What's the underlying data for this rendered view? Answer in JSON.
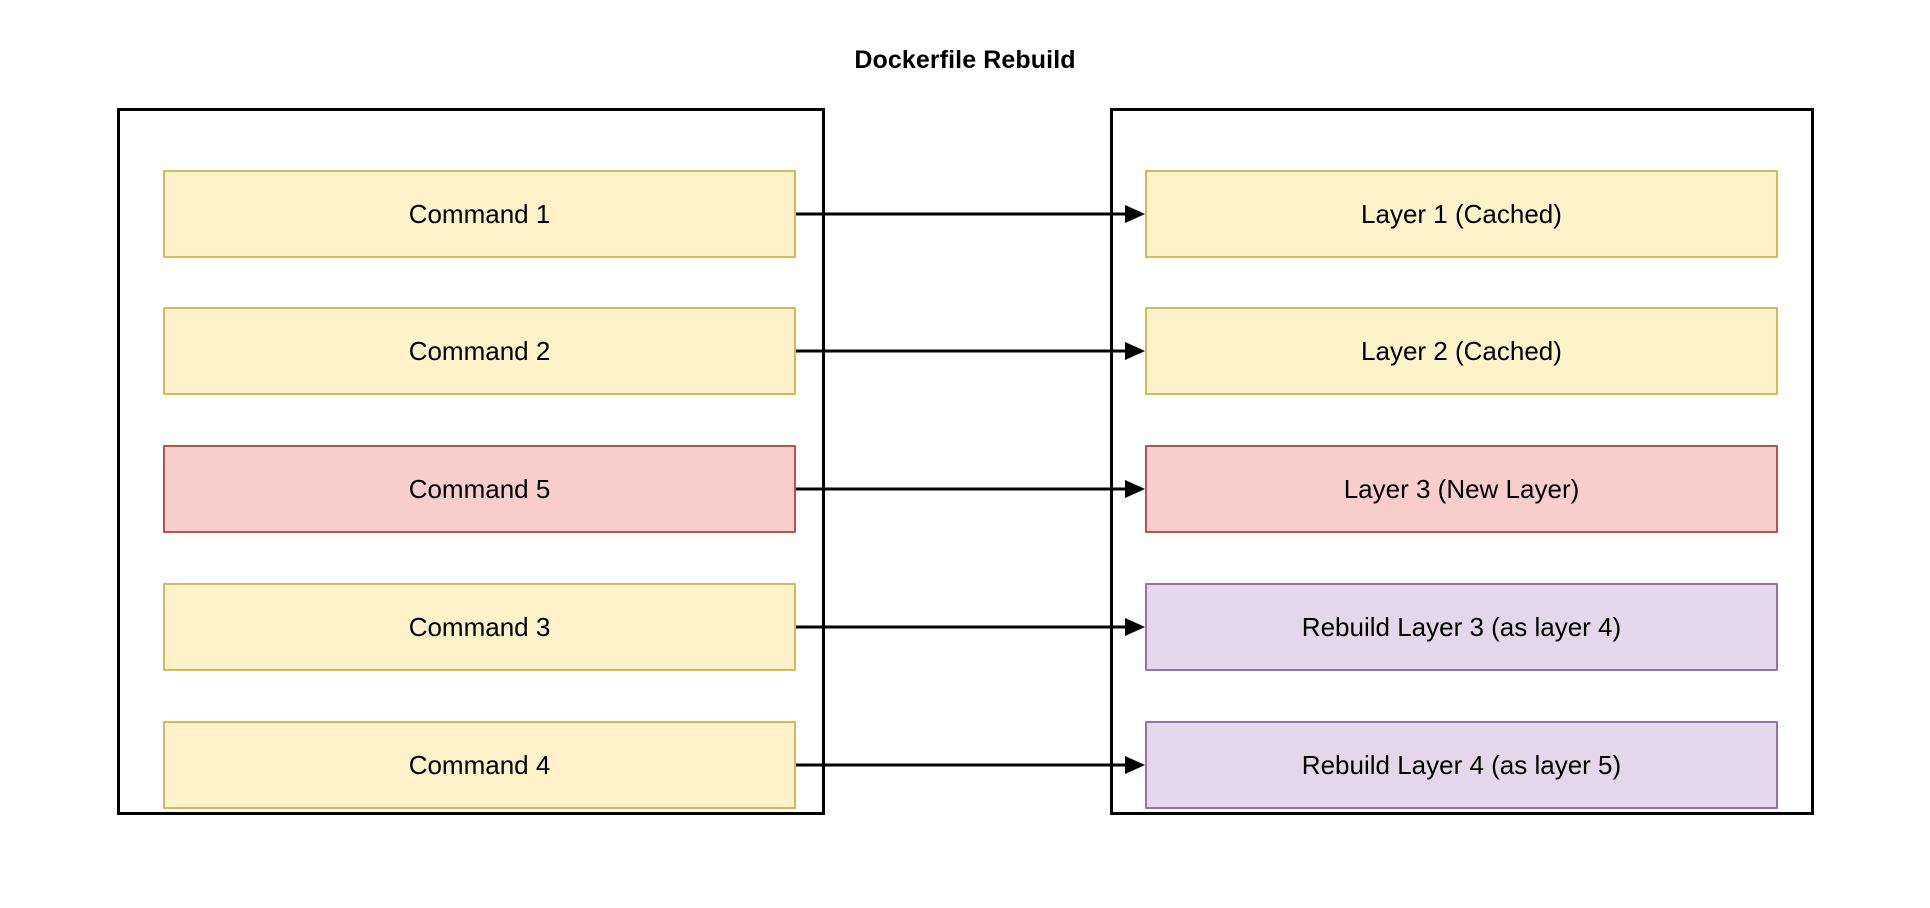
{
  "diagram": {
    "title": "Dockerfile Rebuild",
    "type": "flowchart",
    "direction": "left-to-right",
    "background_color": "#ffffff",
    "palette": {
      "yellow_fill": "#fdf2ca",
      "yellow_border": "#d7b758",
      "red_fill": "#f8cecc",
      "red_border": "#b85450",
      "purple_fill": "#e5d6ec",
      "purple_border": "#9673a6",
      "container_border": "#000000",
      "edge_color": "#000000",
      "text_color": "#000000"
    }
  },
  "left_group": {
    "name": "commands-group",
    "nodes": [
      {
        "id": "cmd1",
        "label": "Command 1",
        "style": "yellow"
      },
      {
        "id": "cmd2",
        "label": "Command 2",
        "style": "yellow"
      },
      {
        "id": "cmd5",
        "label": "Command 5",
        "style": "red"
      },
      {
        "id": "cmd3",
        "label": "Command 3",
        "style": "yellow"
      },
      {
        "id": "cmd4",
        "label": "Command 4",
        "style": "yellow"
      }
    ]
  },
  "right_group": {
    "name": "layers-group",
    "nodes": [
      {
        "id": "layer1",
        "label": "Layer 1 (Cached)",
        "style": "yellow"
      },
      {
        "id": "layer2",
        "label": "Layer 2 (Cached)",
        "style": "yellow"
      },
      {
        "id": "layer3",
        "label": "Layer 3 (New Layer)",
        "style": "red"
      },
      {
        "id": "layer4",
        "label": "Rebuild Layer 3 (as layer 4)",
        "style": "purple"
      },
      {
        "id": "layer5",
        "label": "Rebuild Layer 4 (as layer 5)",
        "style": "purple"
      }
    ]
  },
  "edges": [
    {
      "from": "cmd1",
      "to": "layer1",
      "arrow": "arrow-head-right"
    },
    {
      "from": "cmd2",
      "to": "layer2",
      "arrow": "arrow-head-right"
    },
    {
      "from": "cmd5",
      "to": "layer3",
      "arrow": "arrow-head-right"
    },
    {
      "from": "cmd3",
      "to": "layer4",
      "arrow": "arrow-head-right"
    },
    {
      "from": "cmd4",
      "to": "layer5",
      "arrow": "arrow-head-right"
    }
  ]
}
